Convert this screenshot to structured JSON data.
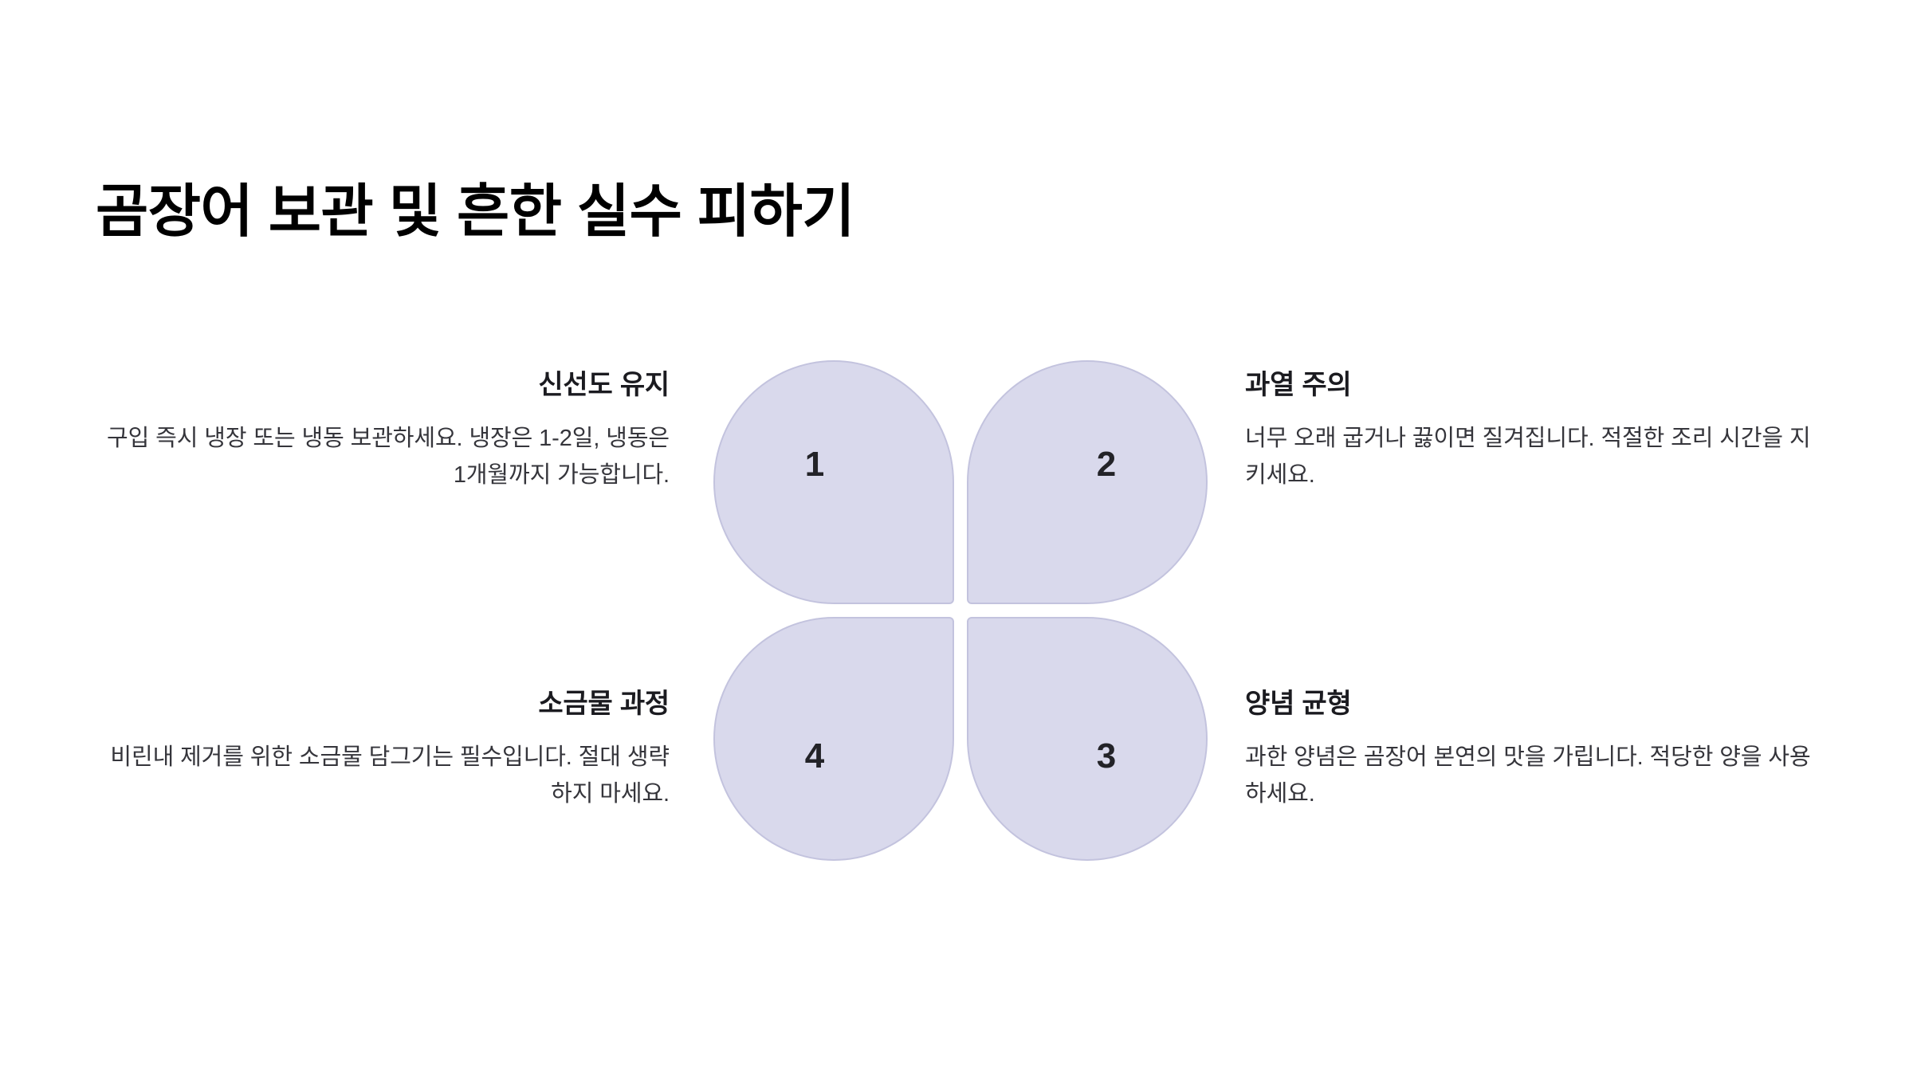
{
  "slide": {
    "title": "곰장어 보관 및 흔한 실수 피하기",
    "background_color": "#ffffff",
    "title_color": "#000000"
  },
  "diagram": {
    "type": "four-petal-quadrant",
    "petal_fill_color": "#d9d9ec",
    "petal_border_color": "#c3c3de",
    "number_color": "#232328",
    "petals": [
      {
        "number": "1",
        "position": "top-left"
      },
      {
        "number": "2",
        "position": "top-right"
      },
      {
        "number": "3",
        "position": "bottom-right"
      },
      {
        "number": "4",
        "position": "bottom-left"
      }
    ]
  },
  "captions": {
    "top_left": {
      "heading": "신선도 유지",
      "body": "구입 즉시 냉장 또는 냉동 보관하세요. 냉장은 1-2일, 냉동은 1개월까지 가능합니다."
    },
    "top_right": {
      "heading": "과열 주의",
      "body": "너무 오래 굽거나 끓이면 질겨집니다. 적절한 조리 시간을 지키세요."
    },
    "bottom_left": {
      "heading": "소금물 과정",
      "body": "비린내 제거를 위한 소금물 담그기는 필수입니다. 절대 생략하지 마세요."
    },
    "bottom_right": {
      "heading": "양념 균형",
      "body": "과한 양념은 곰장어 본연의 맛을 가립니다. 적당한 양을 사용하세요."
    }
  }
}
